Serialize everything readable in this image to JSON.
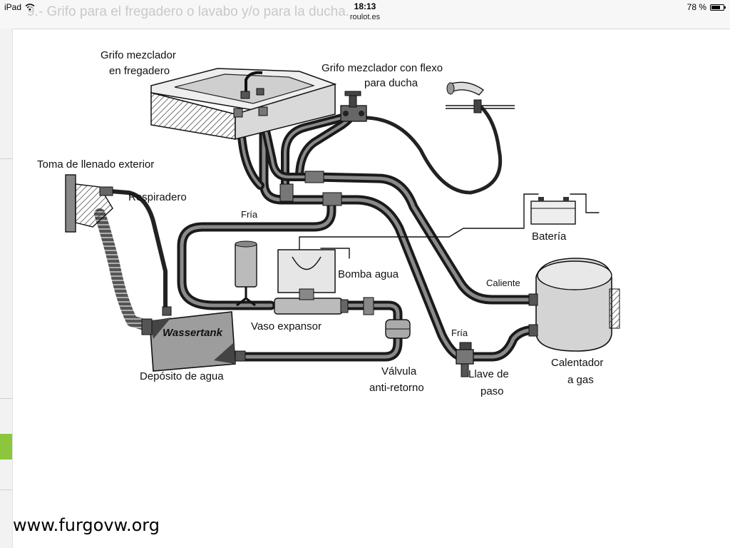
{
  "status_bar": {
    "device": "iPad",
    "time": "18:13",
    "url": "roulot.es",
    "battery_text": "78 %",
    "battery_level": 0.78
  },
  "page_behind_text": "9.- Grifo para el fregadero o lavabo y/o para la ducha.",
  "diagram": {
    "labels": {
      "grifo_fregadero_1": "Grifo mezclador",
      "grifo_fregadero_2": "en fregadero",
      "grifo_ducha_1": "Grifo mezclador con flexo",
      "grifo_ducha_2": "para ducha",
      "toma_llenado": "Toma de llenado exterior",
      "respiradero": "Respiradero",
      "fria_top": "Fría",
      "bateria": "Batería",
      "bomba": "Bomba agua",
      "caliente": "Caliente",
      "vaso": "Vaso expansor",
      "wassertank": "Wassertank",
      "fria_bottom": "Fría",
      "deposito": "Depósito de agua",
      "valvula_1": "Válvula",
      "valvula_2": "anti-retorno",
      "llave_1": "Llave de",
      "llave_2": "paso",
      "calentador_1": "Calentador",
      "calentador_2": "a gas"
    }
  },
  "watermark": "www.furgovw.org",
  "colors": {
    "accent_green": "#8cc63f",
    "status_bg": "#f7f7f7",
    "ink": "#111111"
  }
}
